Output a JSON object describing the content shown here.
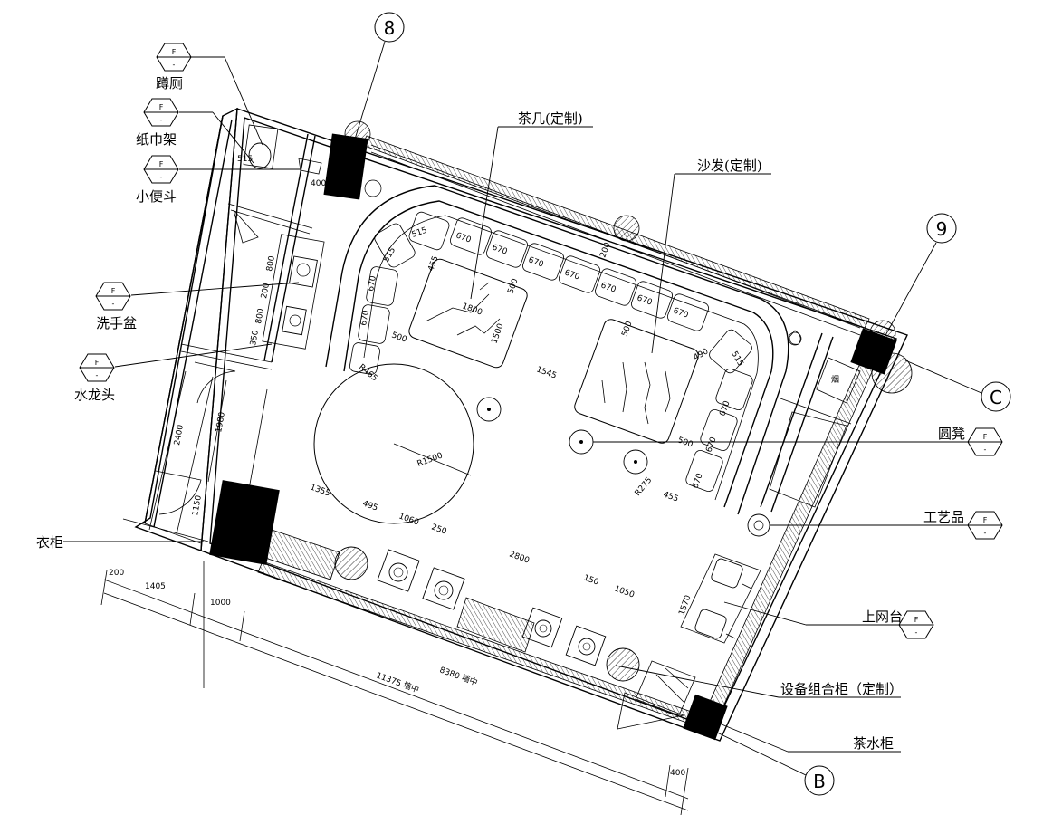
{
  "axes": {
    "a8": "8",
    "a9": "9",
    "aB": "B",
    "aC": "C"
  },
  "labels": {
    "toilet": "蹲厕",
    "towel": "纸巾架",
    "urinal": "小便斗",
    "basin": "洗手盆",
    "tap": "水龙头",
    "wardrobe": "衣柜",
    "tea_table": "茶几(定制)",
    "sofa": "沙发(定制)",
    "stool": "圆凳",
    "art": "工艺品",
    "web": "上网台",
    "equip": "设备组合柜（定制）",
    "tea_cab": "茶水柜",
    "yan": "烟"
  },
  "tag": {
    "top": "F",
    "bottom": "-"
  },
  "dims": {
    "d_515a": "515",
    "d_400": "400",
    "d_800a": "800",
    "d_200": "200",
    "d_800b": "800",
    "d_350": "350",
    "d_2400": "2400",
    "d_1980": "1980",
    "d_1150": "1150",
    "d_200b": "200",
    "d_1405": "1405",
    "d_1000": "1000",
    "d_11375": "11375 墙中",
    "d_8380": "8380 墙中",
    "d_400b": "400",
    "d_515b": "515",
    "d_515c": "515",
    "d_455": "455",
    "d_670": "670",
    "d_500a": "500",
    "d_1800": "1800",
    "d_1500": "1500",
    "d_500b": "500",
    "d_1545": "1545",
    "d_500c": "500",
    "d_490": "490",
    "d_515d": "515",
    "d_500d": "500",
    "d_455b": "455",
    "d_r1500": "R1500",
    "d_r275": "R275",
    "d_1355": "1355",
    "d_495": "495",
    "d_1060": "1060",
    "d_250": "250",
    "d_2800": "2800",
    "d_150": "150",
    "d_1050": "1050",
    "d_1570": "1570",
    "d_r465": "R465",
    "d_200c": "200"
  }
}
